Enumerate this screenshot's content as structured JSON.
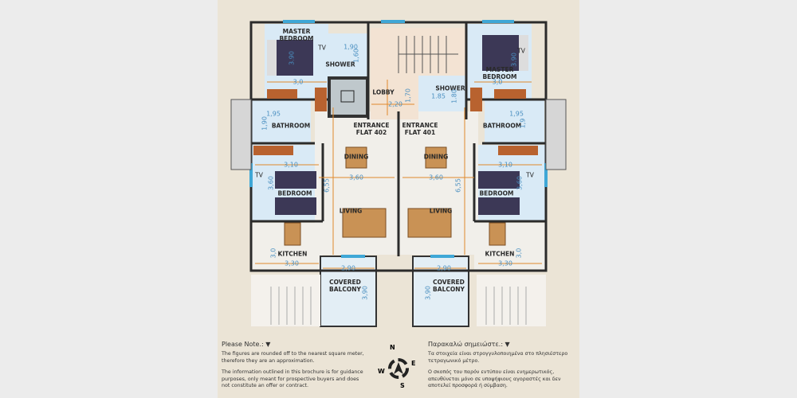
{
  "rooms": {
    "master_bedroom_left": "MASTER\nBEDROOM",
    "master_bedroom_right": "MASTER\nBEDROOM",
    "shower_left": "SHOWER",
    "shower_right": "SHOWER",
    "lobby": "LOBBY",
    "bathroom_left": "BATHROOM",
    "bathroom_right": "BATHROOM",
    "entrance_402": "ENTRANCE\nFLAT 402",
    "entrance_401": "ENTRANCE\nFLAT 401",
    "dining_left": "DINING",
    "dining_right": "DINING",
    "bedroom_left": "BEDROOM",
    "bedroom_right": "BEDROOM",
    "living_left": "LIVING",
    "living_right": "LIVING",
    "kitchen_left": "KITCHEN",
    "kitchen_right": "KITCHEN",
    "balcony_left": "COVERED\nBALCONY",
    "balcony_right": "COVERED\nBALCONY",
    "tv": "TV"
  },
  "dims": {
    "mb_l_w": "3,0",
    "mb_l_h": "3.90",
    "mb_r_w": "3,0",
    "mb_r_h": "3.90",
    "sh_l_w": "1,90",
    "sh_l_h": "1,60",
    "sh_r_w": "1.85",
    "sh_r_h": "1.80",
    "lobby_w": "2,20",
    "lobby_h": "1,70",
    "bath_l_w": "1,95",
    "bath_l_h": "1,90",
    "bath_r_w": "1,95",
    "bath_r_h": "1,9",
    "bed_l_w": "3,10",
    "bed_l_h": "3,60",
    "bed_r_w": "3,10",
    "bed_r_h": "3,60",
    "din_l_w": "3,60",
    "din_r_w": "3,60",
    "liv_l_h": "6,55",
    "liv_r_h": "6,55",
    "kit_l_w": "3,30",
    "kit_l_h": "3,0",
    "kit_r_w": "3,30",
    "kit_r_h": "3,0",
    "bal_l_w": "2,90",
    "bal_l_h": "3,90",
    "bal_r_w": "2,90",
    "bal_r_h": "3,90"
  },
  "notes": {
    "en_title": "Please Note.:",
    "en_1": "The figures are rounded off to the nearest square meter, therefore they are an approximation.",
    "en_2": "The information outlined in this brochure is for guidance purposes, only meant for prospective buyers and does not constitute an offer or contract.",
    "gr_title": "Παρακαλώ σημειώστε.:",
    "gr_1": "Τα στοιχεία είναι στρογγυλοποιημένα στο πλησιέστερο τετραγωνικό μέτρο.",
    "gr_2": "Ο σκοπός του παρόν εντύπου είναι ενημερωτικός, απευθύνεται μόνο σε υποψήφιους αγοραστές και δεν αποτελεί προσφορά ή σύμβαση."
  },
  "compass": {
    "n": "N",
    "e": "E",
    "s": "S",
    "w": "W"
  },
  "colors": {
    "floor": "#dcebf5",
    "wall": "#2b2b2b",
    "dim": "#e08a2c",
    "window": "#3fa7d6",
    "wood": "#b8622f"
  }
}
